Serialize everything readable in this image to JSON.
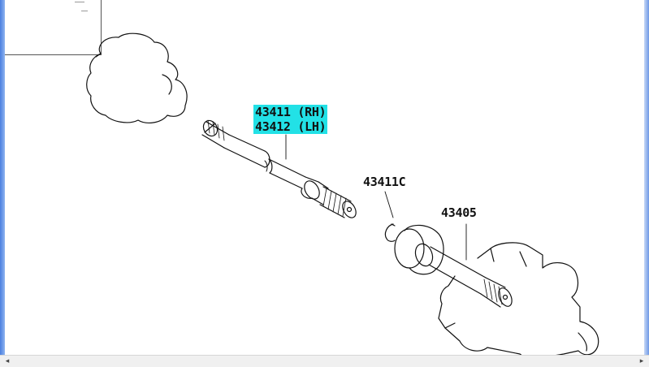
{
  "parts": [
    {
      "id": "label-43411",
      "text": "43411 (RH)",
      "highlighted": true
    },
    {
      "id": "label-43412",
      "text": "43412 (LH)",
      "highlighted": true
    },
    {
      "id": "label-43411c",
      "text": "43411C",
      "highlighted": false
    },
    {
      "id": "label-43405",
      "text": "43405",
      "highlighted": false
    }
  ],
  "colors": {
    "highlight": "#22e1e6",
    "line": "#111111"
  },
  "icons": {
    "scroll_left": "chevron-left-icon",
    "scroll_right": "chevron-right-icon"
  },
  "scroll": {
    "left_glyph": "◂",
    "right_glyph": "▸"
  }
}
